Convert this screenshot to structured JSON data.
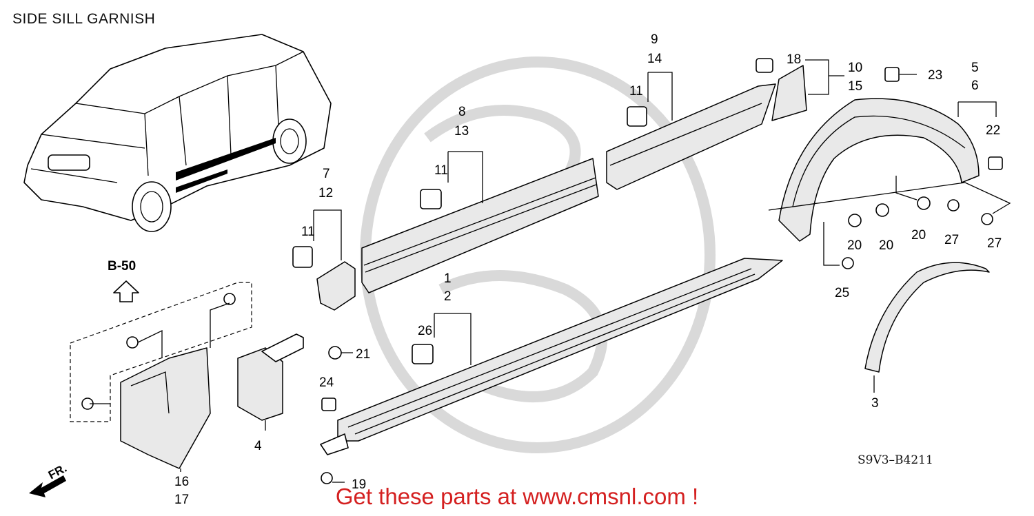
{
  "title": "SIDE SILL GARNISH",
  "diagram_code": "S9V3–B4211",
  "promo_text": "Get these parts at www.cmsnl.com !",
  "reference_page": "B-50",
  "front_indicator": "FR.",
  "callouts": {
    "c1": "1",
    "c2": "2",
    "c3": "3",
    "c4": "4",
    "c5": "5",
    "c6": "6",
    "c7": "7",
    "c8": "8",
    "c9": "9",
    "c10": "10",
    "c11a": "11",
    "c11b": "11",
    "c11c": "11",
    "c12": "12",
    "c13": "13",
    "c14": "14",
    "c15": "15",
    "c16": "16",
    "c17": "17",
    "c18": "18",
    "c19": "19",
    "c20a": "20",
    "c20b": "20",
    "c20c": "20",
    "c21": "21",
    "c22": "22",
    "c23": "23",
    "c24": "24",
    "c25": "25",
    "c26": "26",
    "c27a": "27",
    "c27b": "27"
  },
  "colors": {
    "promo": "#d42020",
    "watermark": "#d9d9d9",
    "line": "#000000"
  }
}
